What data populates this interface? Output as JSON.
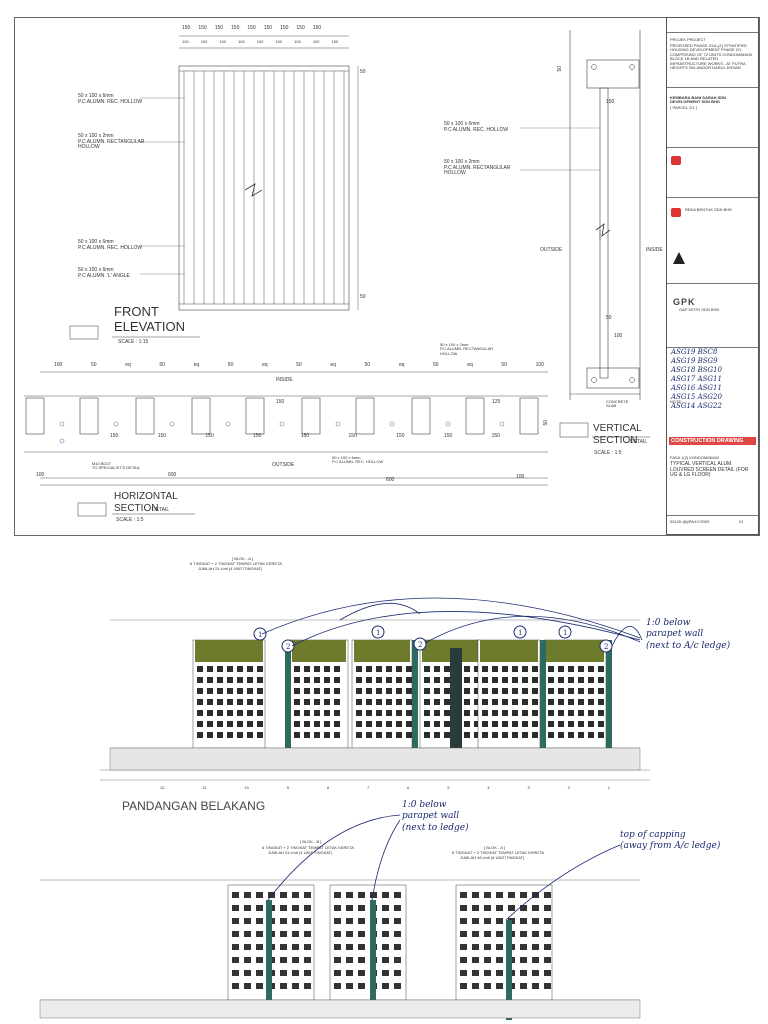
{
  "sheet": {
    "front_elevation": {
      "title_line1": "FRONT",
      "title_line2": "ELEVATION",
      "scale": "SCALE : 1:15"
    },
    "vertical_section": {
      "title_line1": "VERTICAL",
      "title_line2": "SECTION",
      "detail": "DETAIL",
      "scale": "SCALE : 1:5"
    },
    "horizontal_section": {
      "title_line1": "HORIZONTAL",
      "title_line2": "SECTION",
      "detail": "DETAIL",
      "scale": "SCALE : 1:5"
    },
    "top_dims": [
      "150",
      "150",
      "150",
      "150",
      "150",
      "150",
      "150",
      "150",
      "150"
    ],
    "top_dims2": [
      "100",
      "100",
      "100",
      "100",
      "100",
      "100",
      "100",
      "100",
      "100"
    ],
    "side_dim_top": "50",
    "side_dim_bottom": "50",
    "notes_front": [
      "50 x 100 x 6mm\nP.C ALUMN. REC. HOLLOW",
      "50 x 100 x 2mm\nP.C ALUMN. RECTANGULAR\nHOLLOW",
      "50 x 100 x 6mm\nP.C ALUMN. REC. HOLLOW",
      "50 x 100 x 6mm\nP.C ALUMN. 'L' ANGLE"
    ],
    "notes_vertical": [
      "50 x 100 x 6mm\nP.C ALUMN. REC. HOLLOW",
      "50 x 100 x 2mm\nP.C ALUMN. RECTANGULAR\nHOLLOW"
    ],
    "vs_dims": {
      "top": "50",
      "d150": "150",
      "d100": "100",
      "d50": "50"
    },
    "outside": "OUTSIDE",
    "inside": "INSIDE",
    "concrete_slab": "CONCRETE\nSLAB",
    "hs_top_dims": [
      "100",
      "50",
      "eq",
      "50",
      "eq",
      "50",
      "eq",
      "50",
      "eq",
      "50",
      "eq",
      "50",
      "eq",
      "50",
      "100"
    ],
    "hs_note_top": "50 x 100 x 2mm\nP.C ALUMN. RECTANGULAR\nHOLLOW",
    "hs_note_bottom": "50 x 100 x 6mm\nP.C ALUMN. REC. HOLLOW",
    "hs_bolt": "M10 BOLT\nTO SPECIALIST'S DETAIL",
    "hs_inside": "INSIDE",
    "hs_outside": "OUTSIDE",
    "hs_dims_150": [
      "150",
      "150",
      "150",
      "150",
      "150",
      "150",
      "150",
      "150",
      "150"
    ],
    "hs_dims_mid": [
      "150",
      "125"
    ],
    "hs_dims_bottom": [
      "100",
      "600",
      "600",
      "100"
    ],
    "hs_side": "50"
  },
  "title_block": {
    "project_label": "PROJEK PROJECT",
    "project_text": "PROPOSED PHASE 2/1A-(2) STRATIFIED HOUSING DEVELOPMENT PHASE 2/1 COMPRISING OF 72 UNITS CONDOMINIUM BLOCK 1B AND RELATED INFRASTRUCTURE WORKS - AT PUTRA HEIGHTS SELANGOR DARUL EHSAN",
    "client": "KEMBARA BANI SARAH SDN DEVELOPMENT SDN BHD",
    "client_sub": "( PARCEL 2/1 )",
    "architect": "REKA BENTUK SDN BHD",
    "firm": "G&P KEITH SDN BHD",
    "status": "CONSTRUCTION DRAWING",
    "drawing_title": "TYPICAL VERTICAL ALUM. LOUVRED SCREEN DETAIL (FOR UG & LG FLOOR)",
    "block_ref": "FASA 1(2) KONDOMINIUM",
    "drawing_no": "00126-@||PA/LY/2009",
    "rev": "01",
    "note": "NOTE :",
    "handwritten_codes": [
      "ASG19 BSC8",
      "ASG19 BSG9",
      "ASG18 BSG10",
      "ASG17 ASG11",
      "ASG16 ASG11",
      "ASG15 ASG20",
      "ASG14 ASG22"
    ]
  },
  "elevation_upper": {
    "header_block": "[ BLOK - A ]",
    "header_line1": "6 TINGKAT + 2 TINGKAT TEMPAT LETAK KERETA",
    "header_line2": "JUMLAH 24 Unit (4 UNIT/TINGKAT)",
    "label": "PANDANGAN BELAKANG",
    "bay_numbers": [
      "12",
      "11",
      "10",
      "9",
      "8",
      "7",
      "6",
      "5",
      "4",
      "3",
      "2",
      "1"
    ],
    "annotation": "1:0 below\nparapet wall\n(next to A/c ledge)",
    "markers": [
      "1",
      "2",
      "1",
      "2",
      "1",
      "1",
      "2"
    ]
  },
  "elevation_lower": {
    "header_block_b": "[ BLOK - B ]",
    "header_line1_b": "6 TINGKAT + 2 TINGKAT TEMPAT LETAK KERETA",
    "header_line2_b": "JUMLAH 24 Unit (4 UNIT/TINGKAT)",
    "header_block_a": "[ BLOK - A ]",
    "header_line1_a": "6 TINGKAT + 2 TINGKAT TEMPAT LETAK KERETA",
    "header_line2_a": "JUMLAH 48 Unit (8 UNIT/TINGKAT)",
    "annotation_left": "1:0 below\nparapet wall\n(next to ledge)",
    "annotation_right": "top of capping\n(away from A/c ledge)"
  },
  "colors": {
    "ink": "#333333",
    "hand": "#1a2a6e",
    "red": "#e04848",
    "green": "#6e7a2c",
    "dark": "#2b3a3a",
    "teal": "#2f6a5f"
  }
}
